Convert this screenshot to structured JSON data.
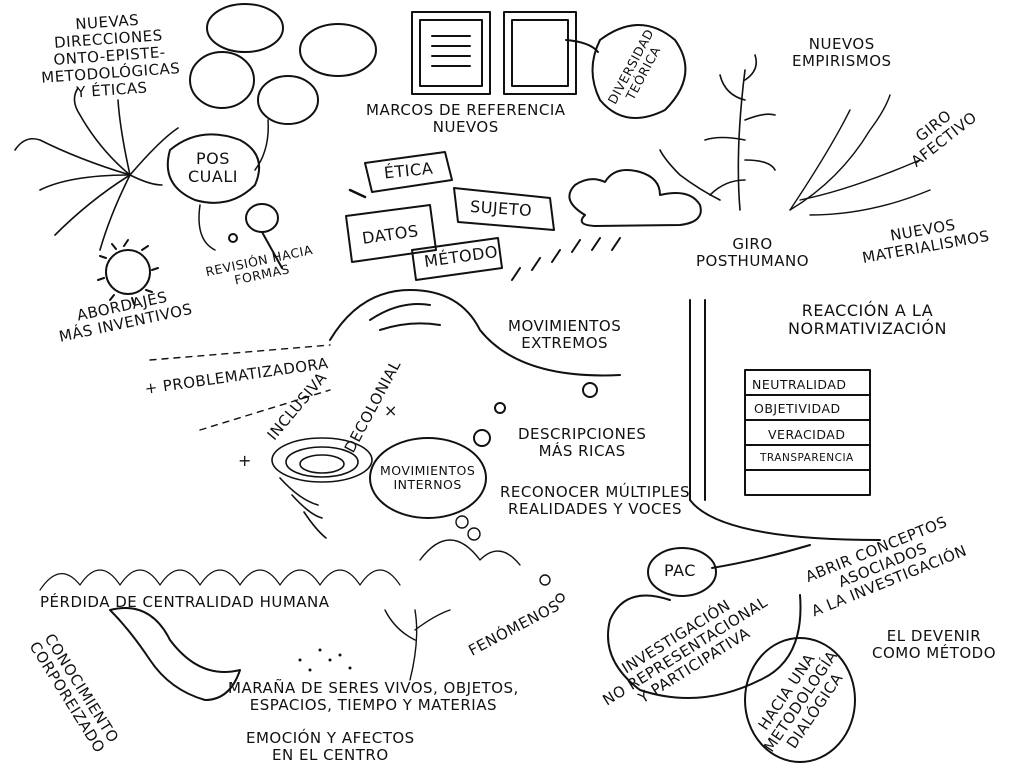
{
  "labels": {
    "nuevas_direcciones": [
      "NUEVAS",
      "DIRECCIONES",
      "ONTO-EPISTE-",
      "METODOLÓGICAS",
      "Y ÉTICAS"
    ],
    "marcos": [
      "MARCOS DE REFERENCIA",
      "NUEVOS"
    ],
    "diversidad": [
      "DIVERSIDAD",
      "TEÓRICA"
    ],
    "nuevos_empirismos": [
      "NUEVOS",
      "EMPIRISMOS"
    ],
    "giro_afectivo": [
      "GIRO",
      "AFECTIVO"
    ],
    "pos_cuali": [
      "POS",
      "CUALI"
    ],
    "etica": "ÉTICA",
    "datos": "DATOS",
    "sujeto": "SUJETO",
    "metodo": "MÉTODO",
    "giro_posthumano": [
      "GIRO",
      "POSTHUMANO"
    ],
    "nuevos_materialismos": [
      "NUEVOS",
      "MATERIALISMOS"
    ],
    "revision": [
      "REVISIÓN HACIA",
      "FORMAS"
    ],
    "abordajes": [
      "ABORDAJES",
      "MÁS INVENTIVOS"
    ],
    "movimientos_extremos": [
      "MOVIMIENTOS",
      "EXTREMOS"
    ],
    "reaccion": [
      "REACCIÓN A LA",
      "NORMATIVIZACIÓN"
    ],
    "neutralidad": "NEUTRALIDAD",
    "objetividad": "OBJETIVIDAD",
    "veracidad": "VERACIDAD",
    "transparencia": "TRANSPARENCIA",
    "problematizadora": "+ PROBLEMATIZADORA",
    "inclusiva": "INCLUSIVA",
    "decolonial": "DECOLONIAL",
    "descripciones": [
      "DESCRIPCIONES",
      "MÁS RICAS"
    ],
    "movimientos_internos": [
      "MOVIMIENTOS",
      "INTERNOS"
    ],
    "reconocer": [
      "RECONOCER MÚLTIPLES",
      "REALIDADES Y VOCES"
    ],
    "pac": "PAC",
    "abrir_conceptos": [
      "ABRIR CONCEPTOS",
      "ASOCIADOS",
      "A LA INVESTIGACIÓN"
    ],
    "perdida": "PÉRDIDA DE CENTRALIDAD HUMANA",
    "fenomenos": "FENÓMENOS",
    "investigacion": [
      "INVESTIGACIÓN",
      "NO REPRESENTACIONAL",
      "Y PARTICIPATIVA"
    ],
    "el_devenir": [
      "EL DEVENIR",
      "COMO MÉTODO"
    ],
    "conocimiento": [
      "CONOCIMIENTO",
      "CORPOREIZADO"
    ],
    "marana": [
      "MARAÑA DE SERES VIVOS, OBJETOS,",
      "ESPACIOS, TIEMPO Y MATERIAS"
    ],
    "emocion": [
      "EMOCIÓN Y AFECTOS",
      "EN EL CENTRO"
    ],
    "hacia_metodologia": [
      "HACIA UNA",
      "METODOLOGÍA",
      "DIALÓGICA"
    ],
    "cross": "×",
    "plus": "+"
  },
  "colors": {
    "ink": "#111111",
    "paper": "#ffffff"
  }
}
